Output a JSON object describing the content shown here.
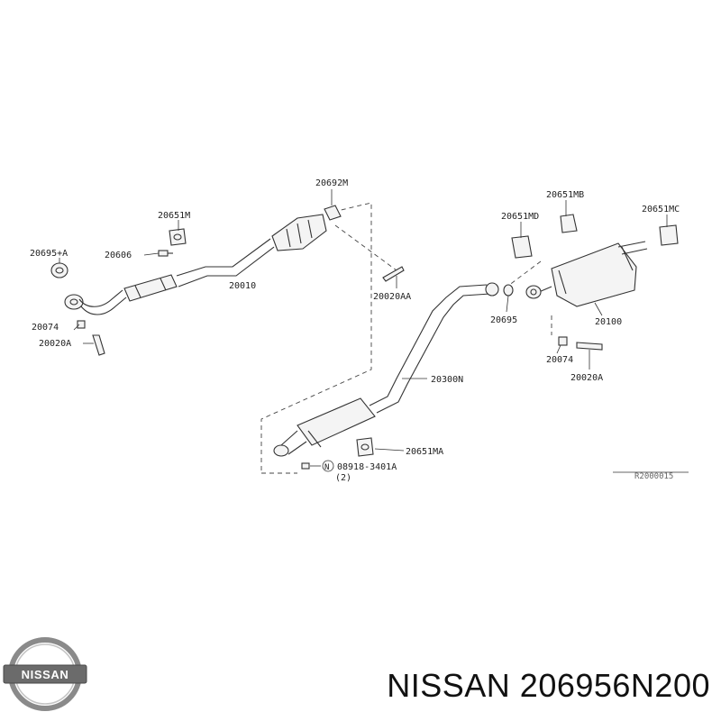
{
  "labels": {
    "p20692M": "20692M",
    "p20651M": "20651M",
    "p20606": "20606",
    "p20695A": "20695+A",
    "p20010": "20010",
    "p20074_left": "20074",
    "p20020A_left": "20020A",
    "p20020AA": "20020AA",
    "p20651MB": "20651MB",
    "p20651MC": "20651MC",
    "p20651MD": "20651MD",
    "p20695": "20695",
    "p20100": "20100",
    "p20074_right": "20074",
    "p20020A_right": "20020A",
    "p20300N": "20300N",
    "p20651MA": "20651MA",
    "p08918": "08918-3401A",
    "p08918_qty": "(2)",
    "nut_symbol": "N",
    "ref_code": "R2000015"
  },
  "logo": {
    "text": "NISSAN",
    "colors": {
      "ring": "#8a8a8a",
      "bar": "#6b6b6b",
      "text": "#ffffff"
    }
  },
  "caption": {
    "brand": "NISSAN",
    "part_number": "206956N200"
  }
}
